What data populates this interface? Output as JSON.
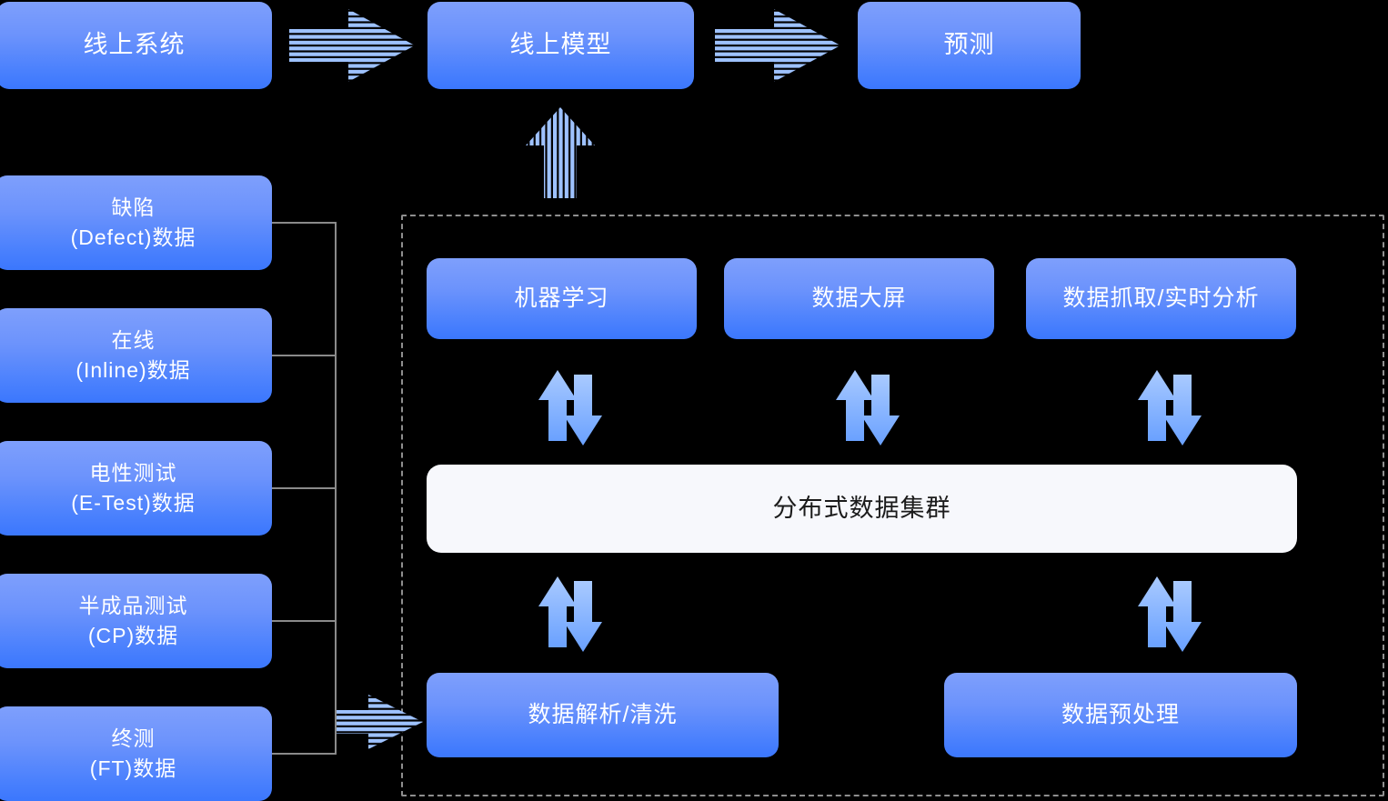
{
  "diagram": {
    "title_flow": [
      "线上系统",
      "线上模型",
      "预测"
    ],
    "top_row": [
      {
        "id": "online-system",
        "label": "线上系统"
      },
      {
        "id": "online-model",
        "label": "线上模型"
      },
      {
        "id": "prediction",
        "label": "预测"
      }
    ],
    "data_sources": [
      {
        "id": "defect",
        "line1": "缺陷",
        "line2": "(Defect)数据",
        "label": "缺陷\n(Defect)数据"
      },
      {
        "id": "inline",
        "line1": "在线",
        "line2": "(Inline)数据",
        "label": "在线\n(Inline)数据"
      },
      {
        "id": "etest",
        "line1": "电性测试",
        "line2": "(E-Test)数据",
        "label": "电性测试\n(E-Test)数据"
      },
      {
        "id": "cp",
        "line1": "半成品测试",
        "line2": "(CP)数据",
        "label": "半成品测试\n(CP)数据"
      },
      {
        "id": "ft",
        "line1": "终测",
        "line2": "(FT)数据",
        "label": "终测\n(FT)数据"
      }
    ],
    "platform": {
      "apps_row": [
        {
          "id": "machine-learning",
          "label": "机器学习"
        },
        {
          "id": "data-dashboard",
          "label": "数据大屏"
        },
        {
          "id": "data-capture",
          "label": "数据抓取/实时分析"
        }
      ],
      "cluster": {
        "id": "distributed-cluster",
        "label": "分布式数据集群"
      },
      "ingest_row": [
        {
          "id": "data-parse-clean",
          "label": "数据解析/清洗"
        },
        {
          "id": "data-preprocess",
          "label": "数据预处理"
        }
      ]
    },
    "arrows": [
      {
        "id": "system-to-model",
        "kind": "striped-right",
        "from": "线上系统",
        "to": "线上模型"
      },
      {
        "id": "model-to-predict",
        "kind": "striped-right",
        "from": "线上模型",
        "to": "预测"
      },
      {
        "id": "platform-to-model",
        "kind": "striped-up",
        "from": "分布式数据集群平台",
        "to": "线上模型"
      },
      {
        "id": "sources-to-platform",
        "kind": "striped-right",
        "from": "数据源",
        "to": "数据解析/清洗"
      },
      {
        "id": "ml-bidir",
        "kind": "bidirectional",
        "between": [
          "机器学习",
          "分布式数据集群"
        ]
      },
      {
        "id": "dashboard-bidir",
        "kind": "bidirectional",
        "between": [
          "数据大屏",
          "分布式数据集群"
        ]
      },
      {
        "id": "capture-bidir",
        "kind": "bidirectional",
        "between": [
          "数据抓取/实时分析",
          "分布式数据集群"
        ]
      },
      {
        "id": "parse-bidir",
        "kind": "bidirectional",
        "between": [
          "分布式数据集群",
          "数据解析/清洗"
        ]
      },
      {
        "id": "preprocess-bidir",
        "kind": "bidirectional",
        "between": [
          "分布式数据集群",
          "数据预处理"
        ]
      }
    ],
    "colors": {
      "card_gradient_top": "#7e9ffc",
      "card_gradient_bottom": "#3b77fd",
      "card_text": "#ffffff",
      "cluster_bg": "#f7f8fc",
      "cluster_text": "#1b1b1b",
      "arrow_light": "#a8c8ff",
      "arrow_mid": "#7aaaff",
      "connector_line": "#8a8a8a",
      "dashed_border": "#8e8e8e",
      "background": "#000000"
    }
  }
}
